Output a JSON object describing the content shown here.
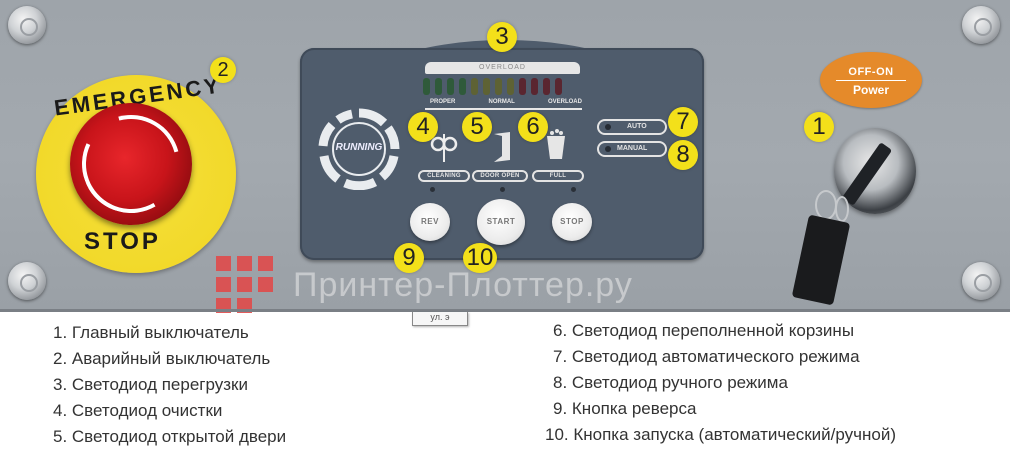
{
  "panel": {
    "emergency": {
      "top_text": "EMERGENCY",
      "bottom_text": "STOP"
    },
    "display": {
      "overload_header": "OVERLOAD",
      "scale_labels": [
        "PROPER",
        "NORMAL",
        "OVERLOAD"
      ],
      "led_colors": [
        "#2f5a3a",
        "#2f5a3a",
        "#2f5a3a",
        "#2f5a3a",
        "#5e6234",
        "#5e6234",
        "#5e6234",
        "#5e6234",
        "#5a2630",
        "#5a2630",
        "#5a2630",
        "#5a2630"
      ],
      "running_label": "RUNNING",
      "status_pills": [
        "CLEANING",
        "DOOR OPEN",
        "FULL"
      ],
      "mode_pills": [
        "AUTO",
        "MANUAL"
      ],
      "buttons": [
        "REV",
        "START",
        "STOP"
      ]
    },
    "power": {
      "top": "OFF-ON",
      "bottom": "Power"
    },
    "callouts": [
      "1",
      "2",
      "3",
      "4",
      "5",
      "6",
      "7",
      "8",
      "9",
      "10"
    ],
    "watermark": "Принтер-Плоттер.ру",
    "tooltip_stub": "ул. э"
  },
  "legend": {
    "left": [
      "1. Главный выключатель",
      "2. Аварийный выключатель",
      "3. Светодиод перегрузки",
      "4. Светодиод очистки",
      "5. Светодиод открытой двери"
    ],
    "right": [
      "6. Светодиод переполненной корзины",
      "7. Светодиод автоматического режима",
      "8. Светодиод ручного режима",
      "9. Кнопка реверса",
      "10. Кнопка запуска (автоматический/ручной)"
    ]
  }
}
